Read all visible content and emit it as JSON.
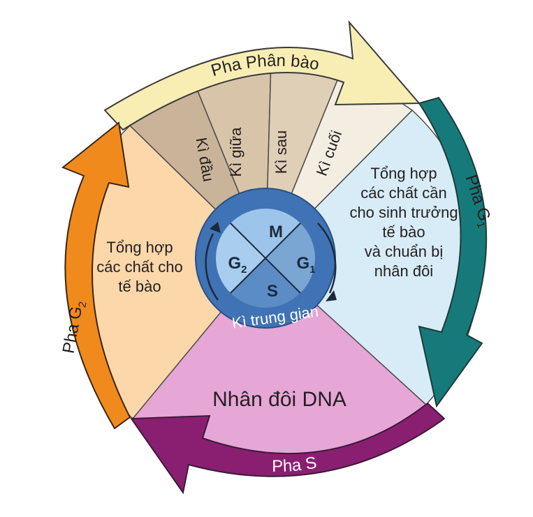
{
  "arcs": {
    "mitotic_phase": "Pha Phân bào",
    "g1": "Pha G",
    "g1_sub": "1",
    "s": "Pha S",
    "g2": "Pha G",
    "g2_sub": "2"
  },
  "mitosis_stages": {
    "prophase": "Kì đầu",
    "metaphase": "Kì giữa",
    "anaphase": "Kì sau",
    "telophase": "Kì cuối"
  },
  "sectors": {
    "g1_lines": [
      "Tổng hợp",
      "các chất cần",
      "cho sinh trưởng",
      "tế bào",
      "và chuẩn bị",
      "nhân đôi"
    ],
    "s_text": "Nhân đôi DNA",
    "g2_lines": [
      "Tổng hợp",
      "các chất cho",
      "tế bào"
    ]
  },
  "hub": {
    "m": "M",
    "g1": "G",
    "g1_sub": "1",
    "s": "S",
    "g2": "G",
    "g2_sub": "2",
    "interphase": "Kì trung gian"
  },
  "colors": {
    "mitosis_arrow": "#f8eeb4",
    "g1_arrow": "#167a7a",
    "s_arrow": "#8a1f72",
    "g2_arrow": "#f18a1c",
    "g1_sector": "#d8ecf7",
    "s_sector": "#e6a6d6",
    "g2_sector": "#fbd7aa",
    "prophase_sector": "#c9b49a",
    "metaphase_sector": "#d8c4a8",
    "anaphase_sector": "#dfcfb6",
    "telophase_sector": "#f4eee2",
    "hub_ring": "#3f73b5"
  }
}
